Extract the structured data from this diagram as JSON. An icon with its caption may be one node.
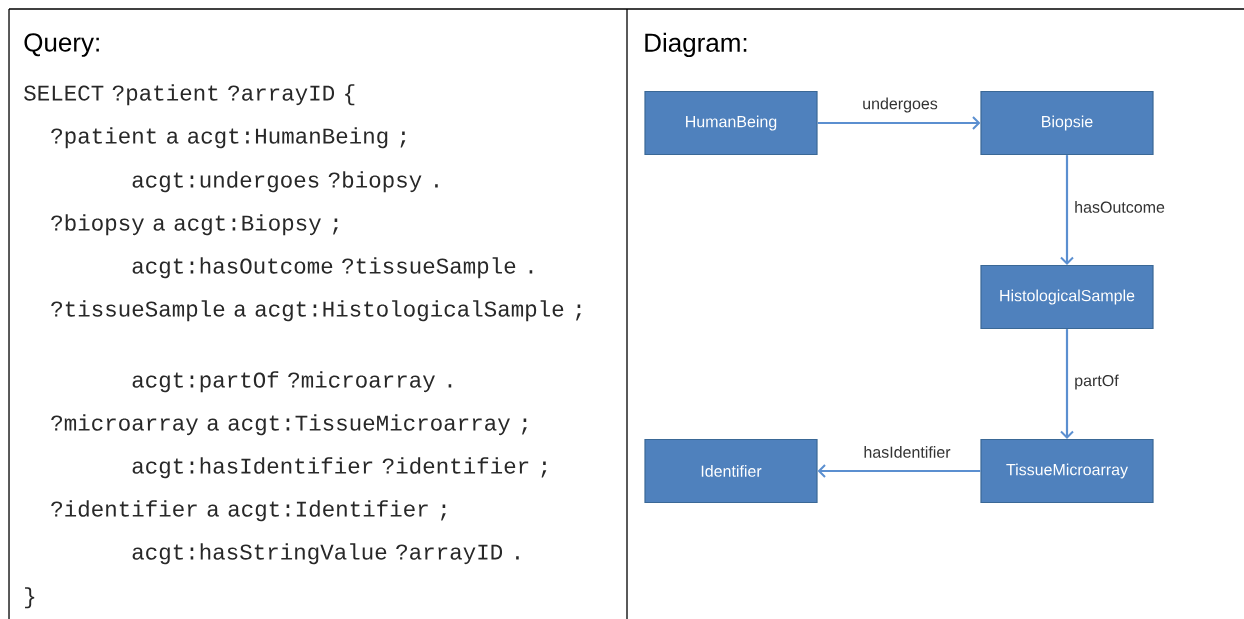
{
  "diagram": {
    "nodes": [
      {
        "text": [
          "HumanBeing"
        ]
      },
      {
        "text": [
          "Biopsie"
        ]
      },
      {
        "text": [
          "HistologicalSample"
        ]
      },
      {
        "text": [
          "TissueMicroarray"
        ]
      },
      {
        "text": [
          "Identifier"
        ]
      }
    ],
    "edges": [
      {
        "from": 0,
        "to": 1,
        "arrow": "to",
        "label": "undergoes"
      },
      {
        "from": 1,
        "to": 2,
        "arrow": "to",
        "label": "hasOutcome"
      },
      {
        "from": 2,
        "to": 3,
        "arrow": "to",
        "label": "partOf"
      },
      {
        "from": 3,
        "to": 4,
        "arrow": "to",
        "label": "hasIdentifier"
      }
    ],
    "labels": [
      "Query:",
      "SELECT ?patient ?arrayID {",
      "?patient a acgt:HumanBeing ;",
      "acgt:undergoes ?biopsy .",
      "?biopsy a acgt:Biopsy ;",
      "acgt:hasOutcome ?tissueSample .",
      "?tissueSample a acgt:HistologicalSample ;",
      "acgt:partOf ?microarray .",
      "?microarray a acgt:TissueMicroarray ;",
      "acgt:hasIdentifier ?identifier ;",
      "?identifier a acgt:Identifier ;",
      "acgt:hasStringValue ?arrayID .",
      "}",
      "Diagram:"
    ]
  }
}
